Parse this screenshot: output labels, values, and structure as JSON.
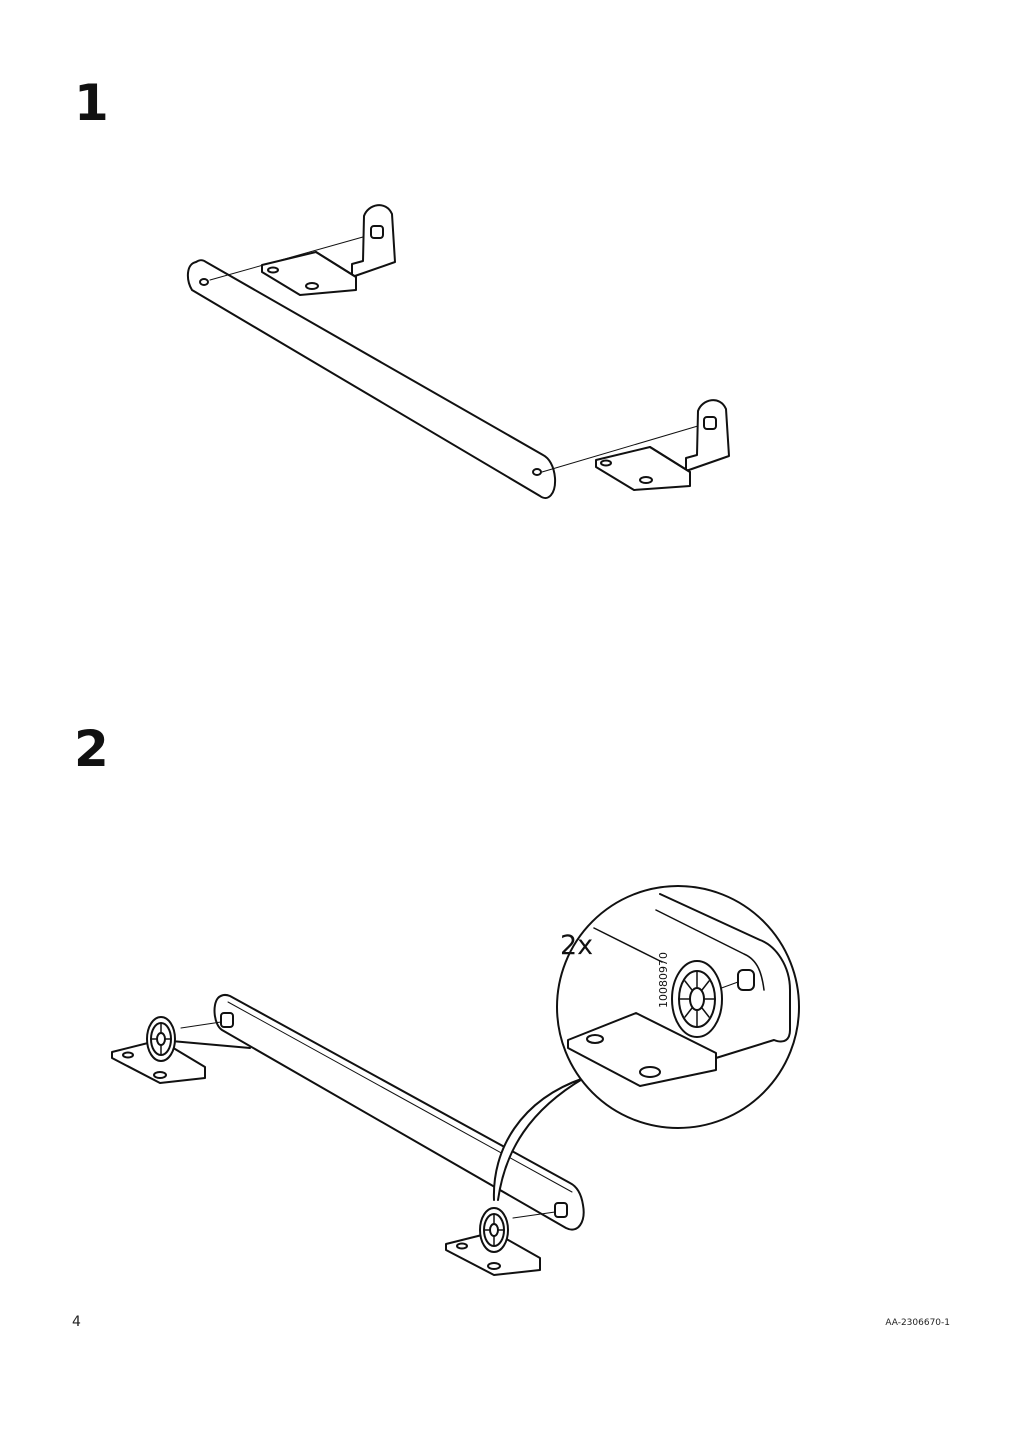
{
  "steps": [
    {
      "number": "1"
    },
    {
      "number": "2",
      "callout": {
        "quantity": "2x",
        "part_number": "10080970"
      }
    }
  ],
  "footer": {
    "page_number": "4",
    "document_code": "AA-2306670-1"
  },
  "colors": {
    "ink": "#111111",
    "background": "#ffffff"
  }
}
